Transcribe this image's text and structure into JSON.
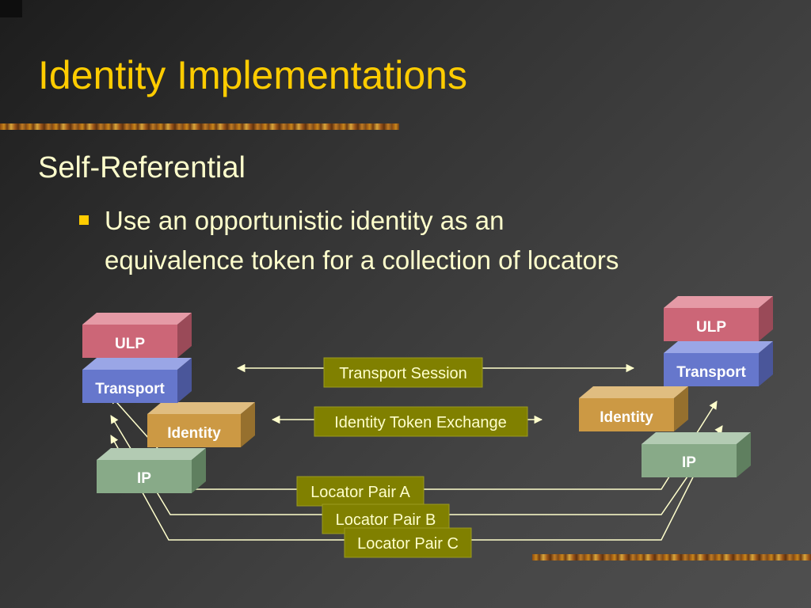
{
  "slide": {
    "title": "Identity Implementations",
    "subtitle": "Self-Referential",
    "bullet_lines": [
      "Use an opportunistic identity as an",
      "equivalence token for a collection of locators"
    ]
  },
  "diagram": {
    "left_stack": {
      "ulp": "ULP",
      "transport": "Transport",
      "identity": "Identity",
      "ip": "IP"
    },
    "right_stack": {
      "ulp": "ULP",
      "transport": "Transport",
      "identity": "Identity",
      "ip": "IP"
    },
    "transport_session": "Transport Session",
    "identity_token_exchange": "Identity Token Exchange",
    "locator_pairs": [
      "Locator Pair A",
      "Locator Pair B",
      "Locator Pair C"
    ]
  },
  "colors": {
    "title": "#ffcc00",
    "body_text": "#ffffcc",
    "label_box": "#808000",
    "ulp": "#cc6677",
    "transport": "#6677cc",
    "identity": "#cc9944",
    "ip": "#88aa88"
  }
}
